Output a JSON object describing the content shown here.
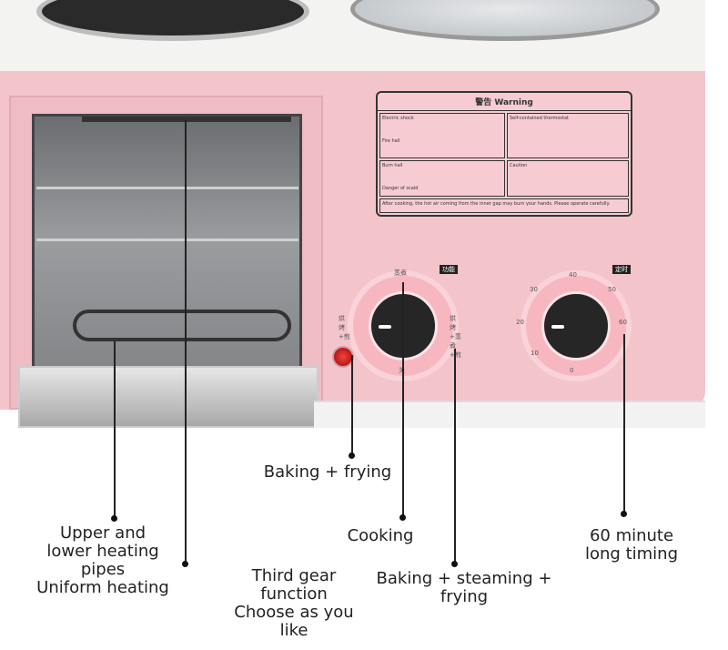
{
  "warning_label": {
    "title": "警告 Warning",
    "sections": [
      "Electric shock",
      "Fire hall",
      "Burn hall",
      "Danger of scald",
      "Self-contained thermostat",
      "Caution"
    ],
    "footer": "After cooking, the hot air coming from the inner gap may burn your hands. Please operate carefully."
  },
  "knob_function": {
    "label_top": "蒸煮",
    "label_left": "烘烤+煎",
    "label_right": "烘烤+蒸煮+煎",
    "label_bottom": "关",
    "badge": "功能"
  },
  "knob_timer": {
    "badge": "定时",
    "ticks": [
      "0",
      "10",
      "20",
      "30",
      "40",
      "50",
      "60"
    ]
  },
  "callouts": {
    "heating_pipes": "Upper and lower heating pipes Uniform heating",
    "heating_pipes_lines": [
      "Upper and",
      "lower heating",
      "pipes",
      "Uniform heating"
    ],
    "third_gear_lines": [
      "Third gear",
      "function",
      "Choose as you",
      "like"
    ],
    "baking_frying": "Baking + frying",
    "cooking": "Cooking",
    "baking_steaming_frying_lines": [
      "Baking + steaming +",
      "frying"
    ],
    "timing_lines": [
      "60 minute",
      "long timing"
    ]
  },
  "colors": {
    "body": "#f4c4cb",
    "knob": "#262626",
    "lamp": "#cc1111"
  }
}
